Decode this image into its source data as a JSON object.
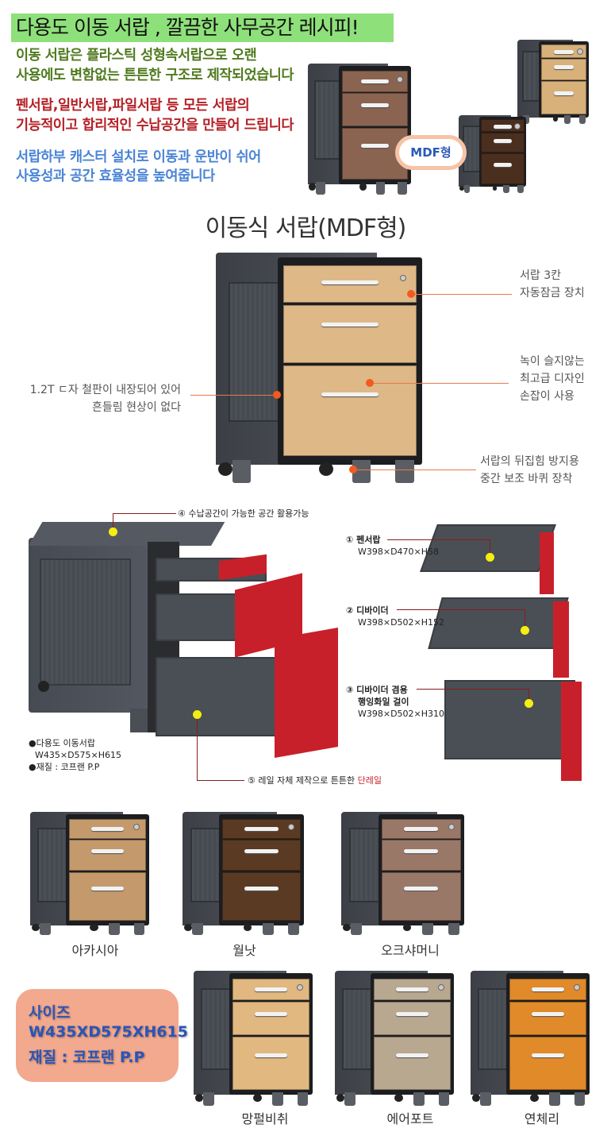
{
  "headline": "다용도 이동 서랍 ,  깔끔한 사무공간 레시피!",
  "intro": {
    "green": [
      "이동 서랍은 플라스틱 성형속서랍으로 오랜",
      "사용에도 변함없는 튼튼한 구조로 제작되었습니다"
    ],
    "red": [
      "펜서랍,일반서랍,파일서랍 등 모든 서랍의",
      "기능적이고 합리적인 수납공간을 만들어 드립니다"
    ],
    "blue": [
      "서랍하부 캐스터 설치로 이동과 운반이 쉬어",
      "사용성과 공간 효율성을 높여줍니다"
    ]
  },
  "mdf_badge": "MDF형",
  "section_title": "이동식 서랍(MDF형)",
  "callouts": {
    "lock": [
      "서랍 3칸",
      "자동잠금 장치"
    ],
    "handle": [
      "녹이 슬지않는",
      "최고급 디자인",
      "손잡이 사용"
    ],
    "steel": [
      "1.2T ㄷ자 철판이 내장되어 있어",
      "흔들림 현상이 없다"
    ],
    "wheel": [
      "서랍의 뒤집힘 방지용",
      "중간 보조 바퀴 장착"
    ]
  },
  "detail": {
    "top": "④ 수납공간이 가능한 공간 활용가능",
    "rail_prefix": "⑤ 레일 자체 제작으로 튼튼한 ",
    "rail_highlight": "단레일",
    "spec": [
      "●다용도 이동서랍",
      "W435×D575×H615",
      "●재질 : 코프랜 P.P"
    ],
    "drawers": [
      {
        "name": "① 펜서랍",
        "dims": "W398×D470×H58"
      },
      {
        "name": "② 디바이더",
        "dims": "W398×D502×H152"
      },
      {
        "name": "③ 디바이더 겸용",
        "name2": "행잉화일 걸이",
        "dims": "W398×D502×H310"
      }
    ]
  },
  "variants": [
    {
      "label": "아카시아",
      "color": "#c49a6c"
    },
    {
      "label": "월낫",
      "color": "#5a3a22"
    },
    {
      "label": "오크샤머니",
      "color": "#9a7868"
    },
    {
      "label": "망펄비취",
      "color": "#e0b880"
    },
    {
      "label": "에어포트",
      "color": "#b8a890"
    },
    {
      "label": "연체리",
      "color": "#e08a2a"
    }
  ],
  "size_box": {
    "title": "사이즈",
    "dims": "W435XD575XH615",
    "material": "재질 : 코프랜 P.P"
  },
  "colors": {
    "mdf_main": "#deb887",
    "walnut_brown": "#8a6450",
    "oak_light": "#d8b07a",
    "dark_walnut": "#4a2e1e",
    "red_front": "#c8202a"
  }
}
